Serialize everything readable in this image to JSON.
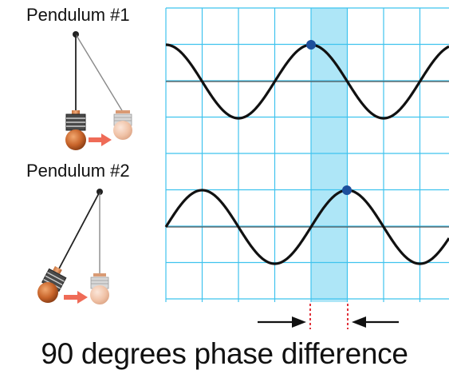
{
  "pendulum_1": {
    "label": "Pendulum #1"
  },
  "pendulum_2": {
    "label": "Pendulum #2"
  },
  "caption": "90 degrees phase difference",
  "phase_difference_degrees": 90,
  "colors": {
    "grid_line": "#3fc3ee",
    "phase_band": "#aee6f7",
    "waveform": "#111111",
    "axis": "#555555",
    "peak_marker": "#1d4f9c",
    "bob": "#c8642a",
    "bob_ghost": "#f1c4a8",
    "motion_arrow": "#ef6b57",
    "phase_marker": "#e0323b"
  }
}
